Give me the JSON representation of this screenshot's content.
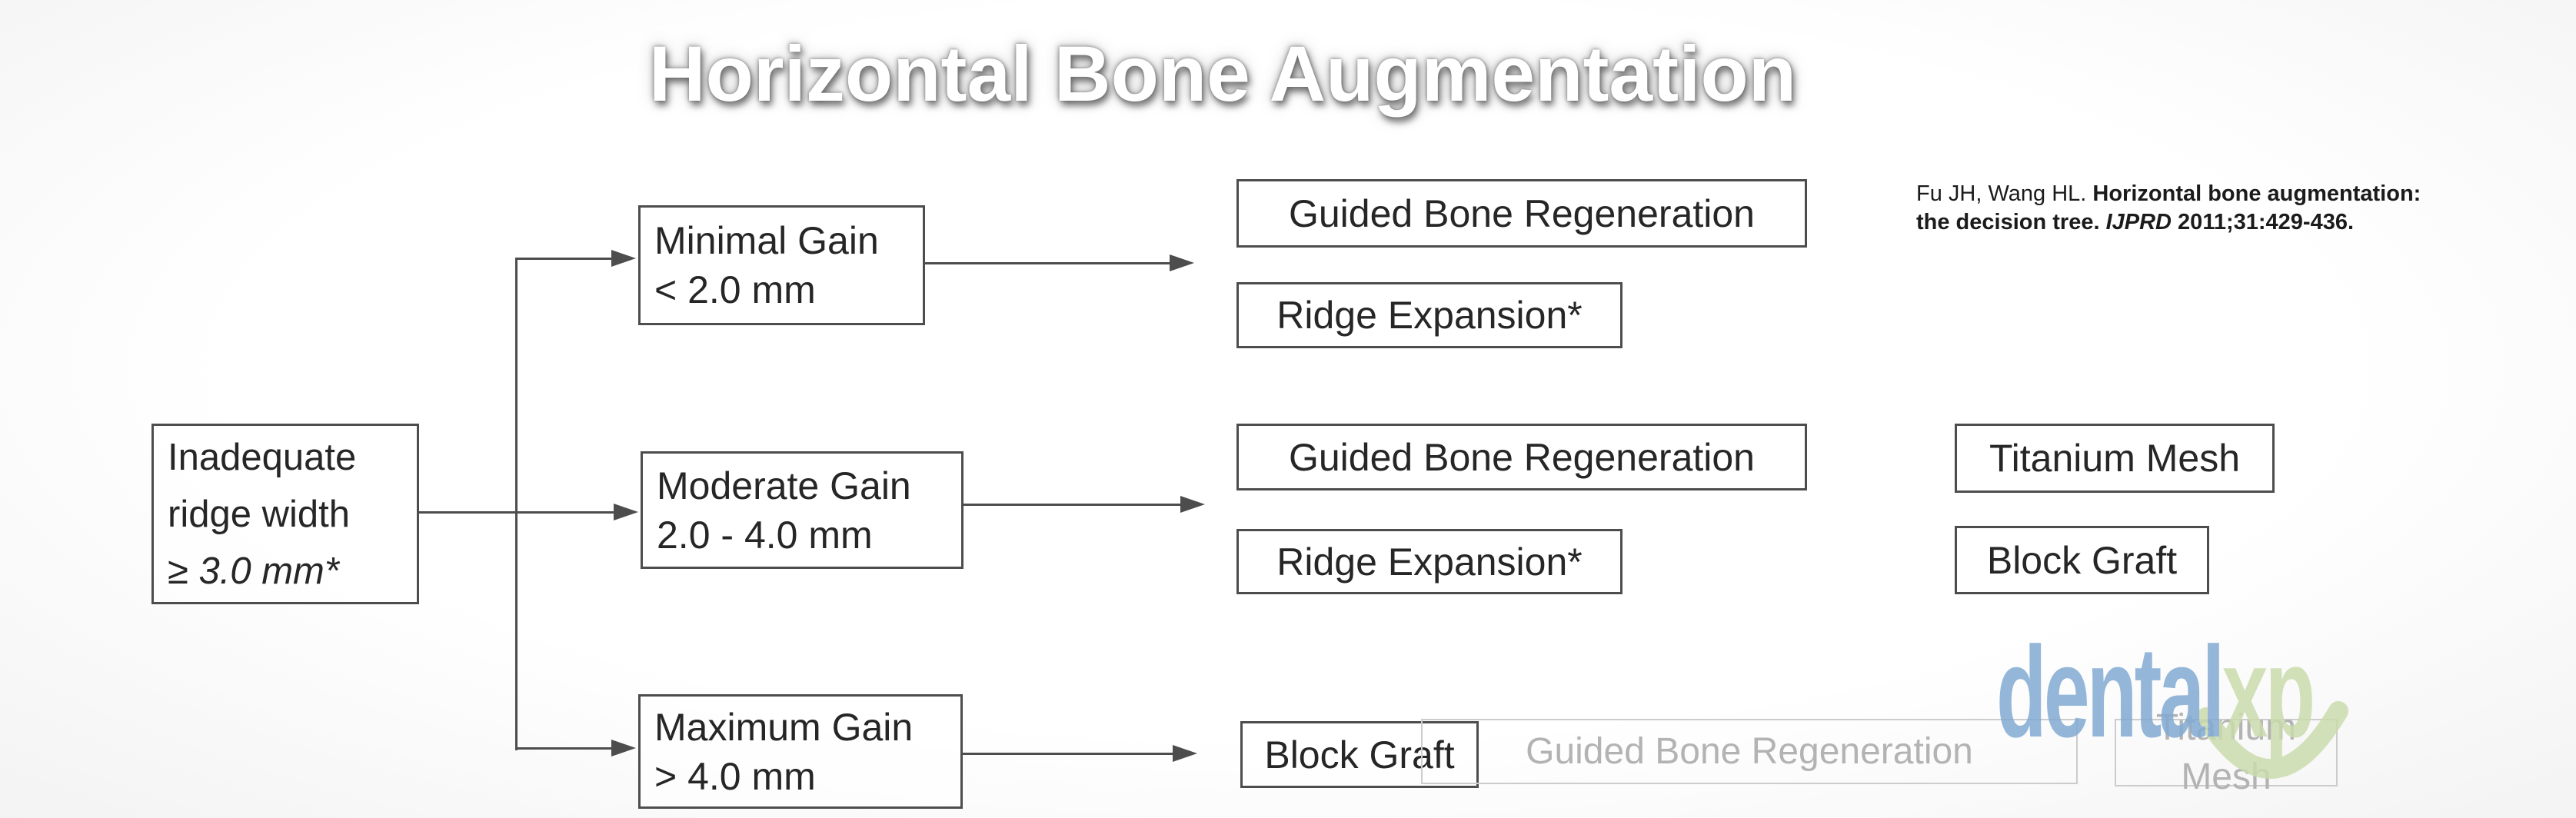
{
  "slide": {
    "title": "Horizontal Bone Augmentation"
  },
  "citation": {
    "line1_normal": "Fu JH, Wang HL. ",
    "line1_bold": "Horizontal bone augmentation:",
    "line2_bold_start": "the decision tree. ",
    "line2_bold_italic": "IJPRD",
    "line2_bold_end": " 2011;31:429-436."
  },
  "tree": {
    "root": {
      "line1": "Inadequate",
      "line2": "ridge width",
      "line3": "≥ 3.0 mm*"
    },
    "branches": [
      {
        "name": "minimal-gain",
        "line1": "Minimal Gain",
        "line2": "< 2.0 mm",
        "treatments": [
          "Guided Bone Regeneration",
          "Ridge Expansion*"
        ]
      },
      {
        "name": "moderate-gain",
        "line1": "Moderate Gain",
        "line2": "2.0 - 4.0 mm",
        "treatments": [
          "Guided Bone Regeneration",
          "Ridge Expansion*"
        ],
        "alternative_treatments": [
          "Titanium Mesh",
          "Block Graft"
        ]
      },
      {
        "name": "maximum-gain",
        "line1": "Maximum Gain",
        "line2": "> 4.0 mm",
        "treatments": [
          "Block Graft"
        ],
        "faded_treatments": [
          "Guided Bone Regeneration",
          "Titanium Mesh"
        ]
      }
    ]
  },
  "watermark": {
    "text_primary": "dental",
    "text_secondary": "xp",
    "primary_color": "#82aad2",
    "secondary_color": "#cbdcad"
  },
  "colors": {
    "background": "#fcfcfc",
    "box_border": "#4d4d4d",
    "box_text": "#262626",
    "connector": "#4d4d4d",
    "faded_border": "#cccccc",
    "faded_text": "#b3b3b3",
    "title_text": "#ffffff"
  }
}
